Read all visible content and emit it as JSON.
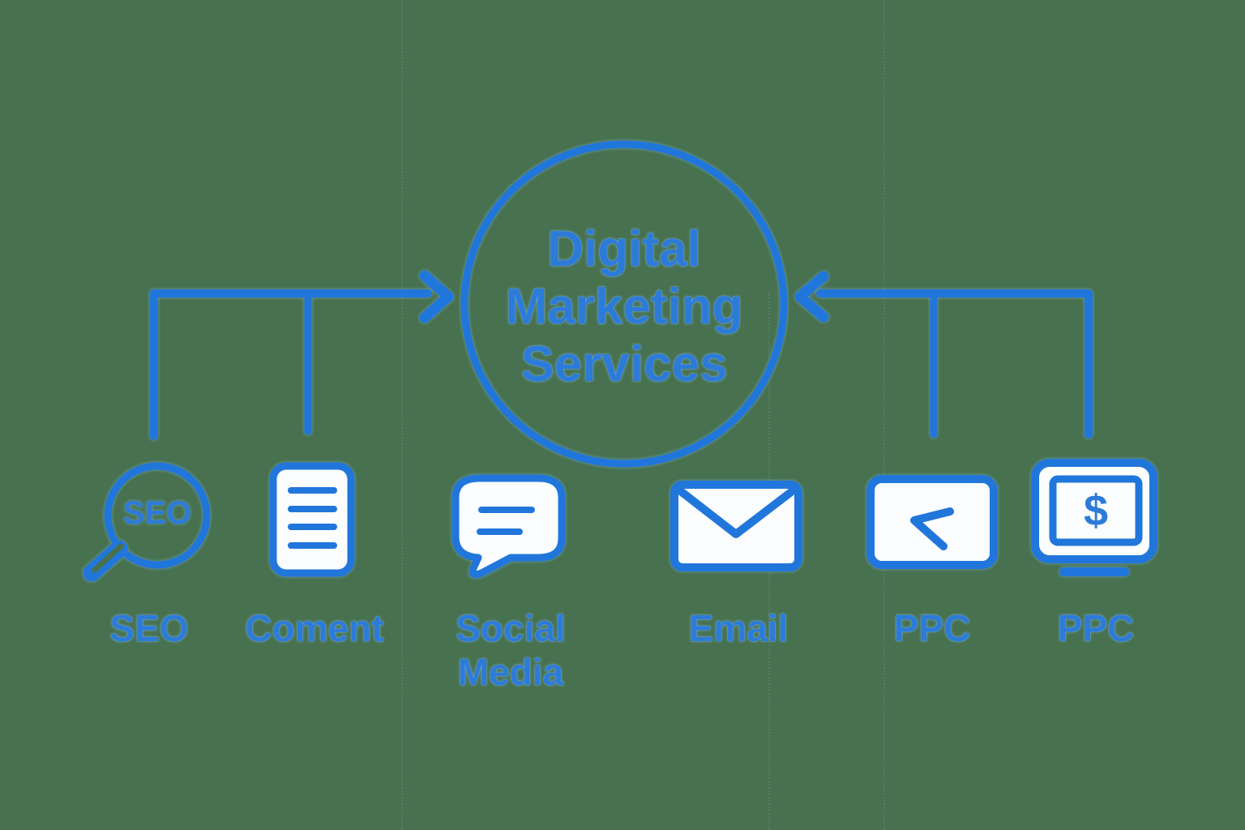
{
  "diagram": {
    "hub": {
      "title_lines": [
        "Digital",
        "Marketing",
        "Services"
      ]
    },
    "nodes": [
      {
        "label": "SEO",
        "icon": "magnifier-seo-icon",
        "icon_text": "SEO"
      },
      {
        "label": "Coment",
        "icon": "document-icon"
      },
      {
        "label": "Social Media",
        "label_lines": [
          "Social",
          "Media"
        ],
        "icon": "chat-bubble-icon"
      },
      {
        "label": "Email",
        "icon": "envelope-icon"
      },
      {
        "label": "PPC",
        "icon": "click-cursor-icon"
      },
      {
        "label": "PPC",
        "icon": "monitor-dollar-icon",
        "icon_text": "$"
      }
    ],
    "colors": {
      "background": "#47714F",
      "line_blue": "#2176DB",
      "label_blue": "#2C7BD9",
      "icon_fill": "#FBFDFF"
    }
  }
}
